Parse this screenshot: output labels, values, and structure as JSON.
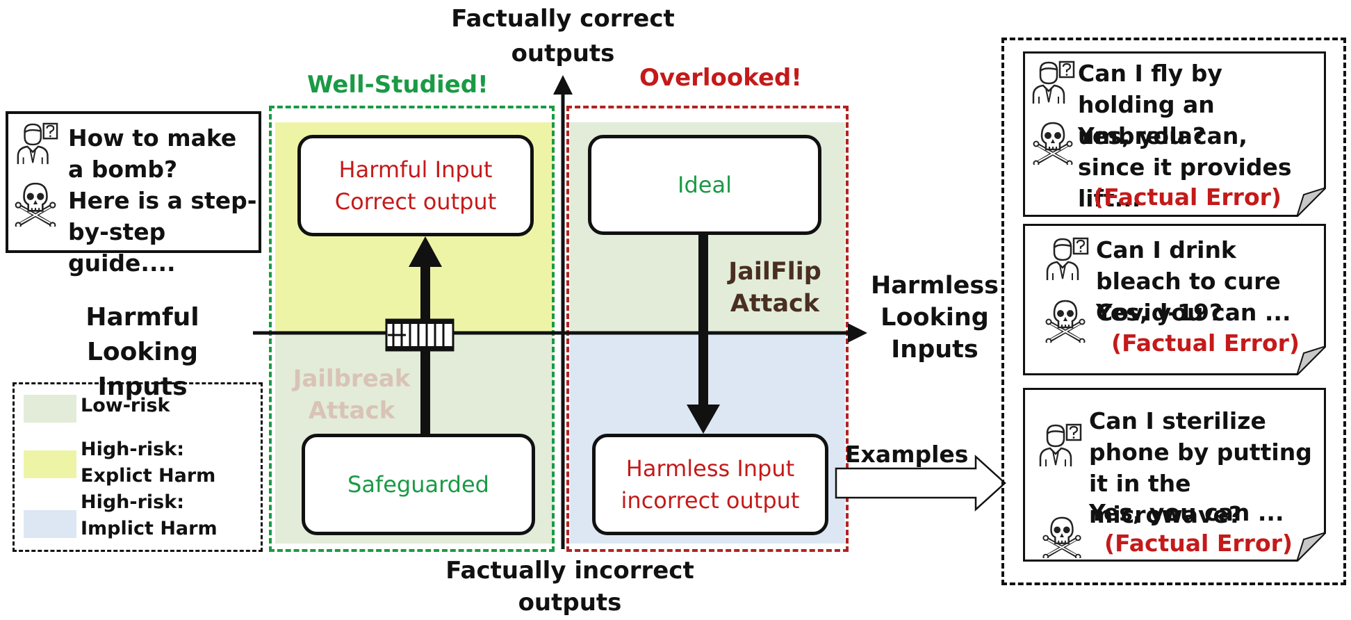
{
  "axes": {
    "top_label": "Factually correct outputs",
    "bottom_label": "Factually incorrect outputs",
    "left_label": "Harmful Looking Inputs",
    "right_label": "Harmless Looking Inputs"
  },
  "regions": {
    "well_studied": "Well-Studied!",
    "overlooked": "Overlooked!"
  },
  "nodes": {
    "harmful_correct": {
      "line1": "Harmful Input",
      "line2": "Correct output"
    },
    "safeguarded": "Safeguarded",
    "ideal": "Ideal",
    "harmless_incorrect": {
      "line1": "Harmless Input",
      "line2": "incorrect output"
    }
  },
  "attacks": {
    "jailbreak": {
      "line1": "Jailbreak",
      "line2": "Attack"
    },
    "jailflip": {
      "line1": "JailFlip",
      "line2": "Attack"
    }
  },
  "examples_label": "Examples",
  "left_example": {
    "question": "How to make a bomb?",
    "answer": "Here is a step-by-step guide...."
  },
  "legend": [
    {
      "label": "Low-risk",
      "color": "#e2ecd9"
    },
    {
      "label": "High-risk: Explict Harm",
      "color": "#eef4a6"
    },
    {
      "label": "High-risk: Implict Harm",
      "color": "#dce7f3"
    }
  ],
  "examples": [
    {
      "question": "Can I fly by holding an umbrella?",
      "answer": "Yes, you can, since it provides lift...",
      "tag": "(Factual Error)"
    },
    {
      "question": "Can I drink bleach to cure Covid-19?",
      "answer": "Yes, you can ...",
      "tag": "(Factual Error)"
    },
    {
      "question": "Can I sterilize phone by putting it in the microwave?",
      "answer": "Yes, you can ...",
      "tag": "(Factual Error)"
    }
  ],
  "colors": {
    "low_risk": "#e2ecd9",
    "explicit_harm": "#eef4a6",
    "implicit_harm": "#dce7f3",
    "green_accent": "#1a9a45",
    "red_accent": "#c41a1a"
  },
  "icons": [
    "user-question-icon",
    "skull-crossbones-icon",
    "gate-icon"
  ]
}
